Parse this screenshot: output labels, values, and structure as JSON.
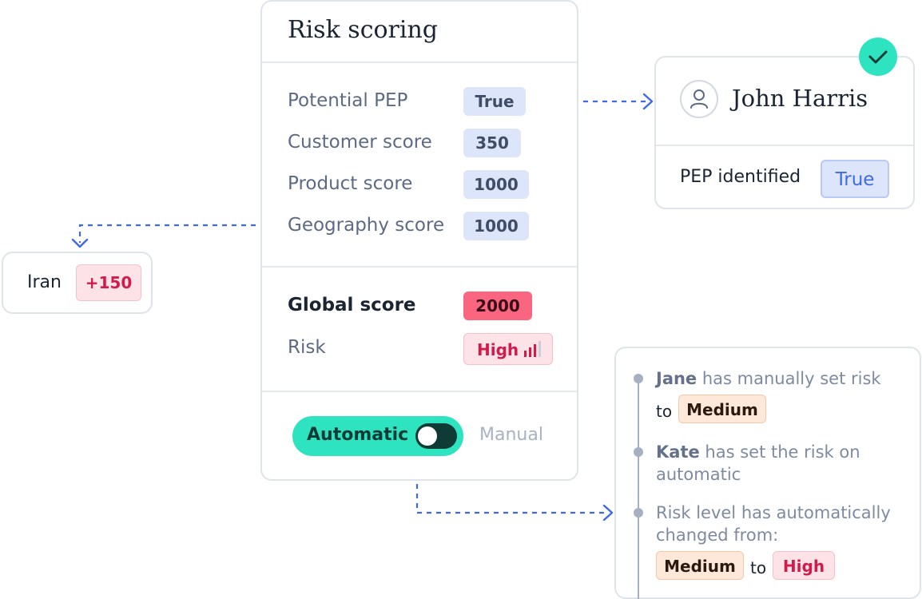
{
  "risk_card": {
    "title": "Risk scoring",
    "rows": [
      {
        "label": "Potential PEP",
        "value": "True"
      },
      {
        "label": "Customer score",
        "value": "350"
      },
      {
        "label": "Product score",
        "value": "1000"
      },
      {
        "label": "Geography score",
        "value": "1000"
      }
    ],
    "global_label": "Global score",
    "global_value": "2000",
    "risk_label": "Risk",
    "risk_value": "High",
    "toggle": {
      "auto_label": "Automatic",
      "manual_label": "Manual",
      "state": "automatic"
    }
  },
  "person_card": {
    "name": "John Harris",
    "pep_label": "PEP identified",
    "pep_value": "True"
  },
  "country_card": {
    "country": "Iran",
    "delta": "+150"
  },
  "timeline": {
    "entry1": {
      "actor": "Jane",
      "text": " has manually set risk",
      "to": "to",
      "level": "Medium"
    },
    "entry2": {
      "actor": "Kate",
      "text": " has set the risk on",
      "text2": "automatic"
    },
    "entry3": {
      "line1": "Risk level has automatically",
      "line2": "changed from:",
      "from": "Medium",
      "to": "to",
      "level": "High"
    }
  },
  "icons": [
    "check-icon",
    "user-icon",
    "signal-bars-icon",
    "arrow-right-icon",
    "arrow-down-icon"
  ],
  "colors": {
    "accent_teal": "#2ee3bf",
    "connector_blue": "#3d6ae8",
    "danger": "#fa6680",
    "danger_text": "#d11b4b"
  }
}
